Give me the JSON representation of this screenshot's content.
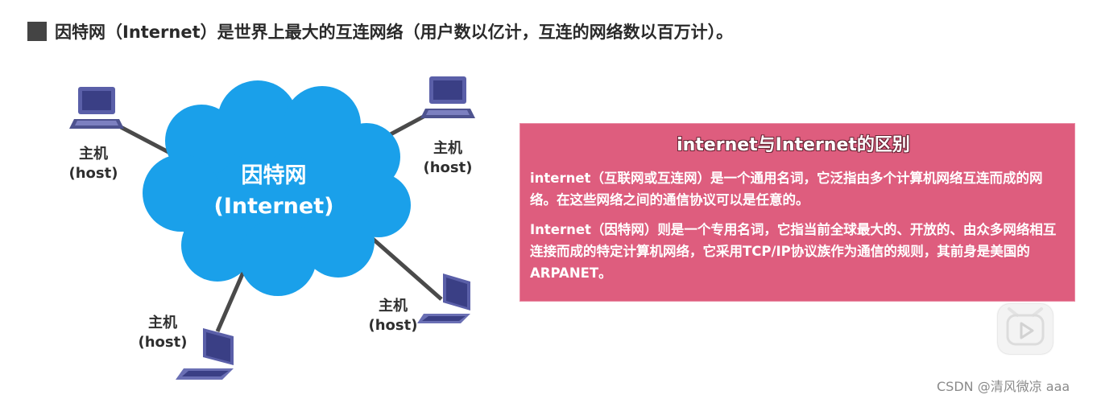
{
  "heading": {
    "text": "因特网（Internet）是世界上最大的互连网络（用户数以亿计，互连的网络数以百万计）。"
  },
  "diagram": {
    "cloud_line1": "因特网",
    "cloud_line2": "(Internet)",
    "hosts": [
      {
        "device": "desktop",
        "label1": "主机",
        "label2": "(host)"
      },
      {
        "device": "desktop",
        "label1": "主机",
        "label2": "(host)"
      },
      {
        "device": "laptop",
        "label1": "主机",
        "label2": "(host)"
      },
      {
        "device": "laptop",
        "label1": "主机",
        "label2": "(host)"
      }
    ],
    "colors": {
      "cloud": "#1aa0ea",
      "link": "#4a4a4a",
      "device": "#5a5fa8"
    }
  },
  "note": {
    "title": "internet与Internet的区别",
    "p1": "internet（互联网或互连网）是一个通用名词，它泛指由多个计算机网络互连而成的网络。在这些网络之间的通信协议可以是任意的。",
    "p2": "Internet（因特网）则是一个专用名词，它指当前全球最大的、开放的、由众多网络相互连接而成的特定计算机网络，它采用TCP/IP协议族作为通信的规则，其前身是美国的ARPANET。",
    "background": "#de5d7e"
  },
  "player": {
    "icon": "play-icon"
  },
  "watermark": {
    "text": "CSDN @清风微凉 aaa"
  }
}
